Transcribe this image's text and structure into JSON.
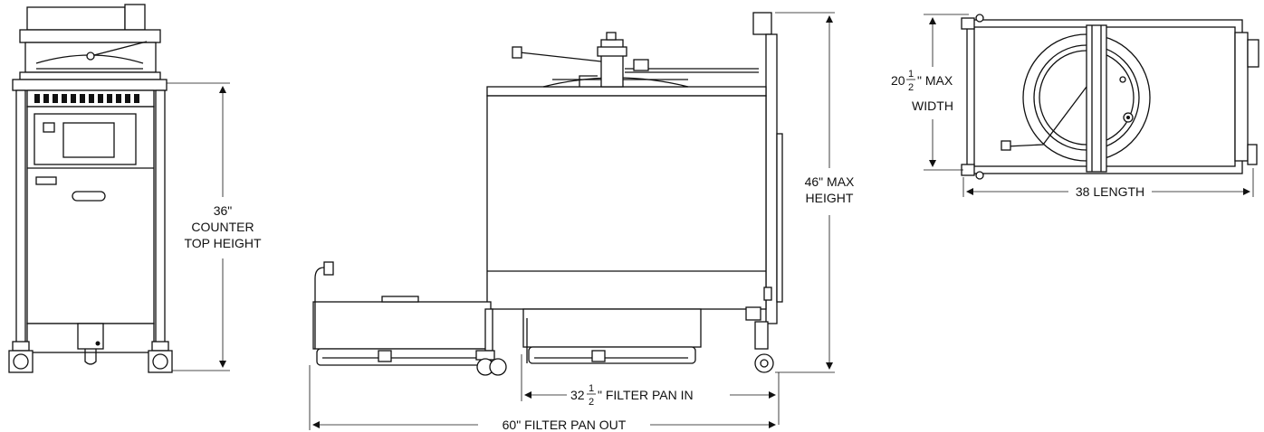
{
  "front_view": {
    "height_label_line1": "36\"",
    "height_label_line2": "COUNTER",
    "height_label_line3": "TOP HEIGHT"
  },
  "side_view": {
    "height_label_line1": "46\" MAX",
    "height_label_line2": "HEIGHT",
    "filter_in_whole": "32",
    "filter_in_num": "1",
    "filter_in_den": "2",
    "filter_in_suffix": "\" FILTER PAN IN",
    "filter_out_label": "60\" FILTER PAN OUT"
  },
  "top_view": {
    "width_whole": "20",
    "width_num": "1",
    "width_den": "2",
    "width_suffix": "\" MAX",
    "width_line2": "WIDTH",
    "length_label": "38 LENGTH"
  }
}
